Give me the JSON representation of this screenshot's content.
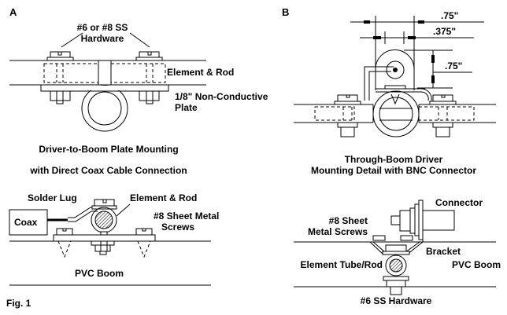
{
  "figure": {
    "label": "Fig. 1",
    "colors": {
      "ink": "#000000",
      "paper": "#ffffff"
    }
  },
  "panel_a": {
    "letter": "A",
    "hardware_label_1": "#6 or #8 SS",
    "hardware_label_2": "Hardware",
    "element_label": "Element & Rod",
    "plate_label_1": "1/8\" Non-Conductive",
    "plate_label_2": "Plate",
    "caption_1": "Driver-to-Boom Plate Mounting",
    "caption_2": "with Direct Coax Cable Connection"
  },
  "panel_b": {
    "letter": "B",
    "dim_1": ".75\"",
    "dim_2": ".375\"",
    "dim_3": ".75\"",
    "caption_1": "Through-Boom Driver",
    "caption_2": "Mounting Detail with BNC Connector"
  },
  "panel_c": {
    "solder_lug_label": "Solder Lug",
    "element_label": "Element & Rod",
    "coax_label": "Coax",
    "screws_label_1": "#8 Sheet Metal",
    "screws_label_2": "Screws",
    "boom_label": "PVC Boom"
  },
  "panel_d": {
    "connector_label": "Connector",
    "screws_label_1": "#8 Sheet",
    "screws_label_2": "Metal Screws",
    "bracket_label": "Bracket",
    "element_label": "Element Tube/Rod",
    "boom_label": "PVC Boom",
    "hardware_label": "#6 SS Hardware"
  }
}
